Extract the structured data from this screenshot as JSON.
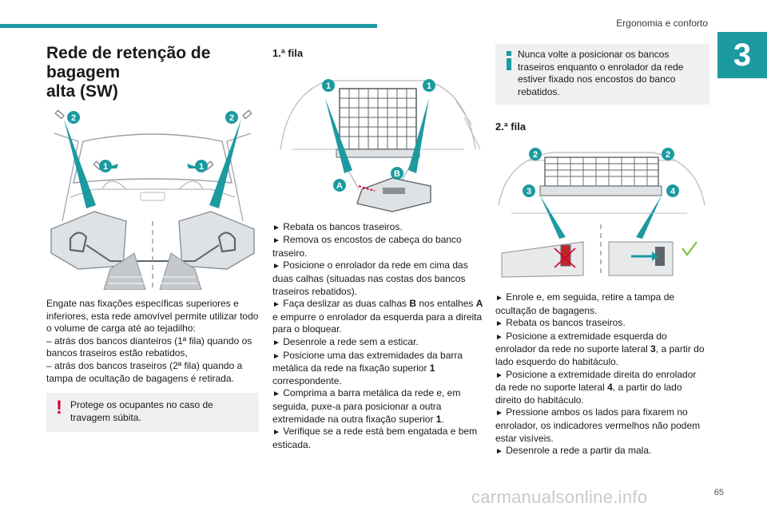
{
  "header": {
    "section_title": "Ergonomia e conforto",
    "chapter_number": "3"
  },
  "footer": {
    "page_number": "65",
    "watermark": "carmanualsonline.info"
  },
  "col1": {
    "title_line1": "Rede de retenção de bagagem",
    "title_line2": "alta (SW)",
    "figure_callouts": [
      "1",
      "1",
      "2",
      "2"
    ],
    "intro": "Engate nas fixações específicas superiores e inferiores, esta rede amovível permite utilizar todo o volume de carga até ao tejadilho:",
    "bullet1": "–  atrás dos bancos dianteiros (1ª fila) quando os bancos traseiros estão rebatidos,",
    "bullet2": "–  atrás dos bancos traseiros (2ª fila) quando a tampa de ocultação de bagagens é retirada.",
    "warning": "Protege os ocupantes no caso de travagem súbita.",
    "warning_icon": "exclamation-icon"
  },
  "col2": {
    "subtitle": "1.ª fila",
    "figure_callouts": [
      "1",
      "1",
      "A",
      "B"
    ],
    "arrow_glyph": "►",
    "steps": [
      {
        "text": "Rebata os bancos traseiros."
      },
      {
        "text": "Remova os encostos de cabeça do banco traseiro."
      },
      {
        "text": "Posicione o enrolador da rede em cima das duas calhas (situadas nas costas dos bancos traseiros rebatidos)."
      },
      {
        "pre": "Faça deslizar as duas calhas ",
        "b1": "B",
        "mid": " nos entalhes ",
        "b2": "A",
        "post": " e empurre o enrolador da esquerda para a direita para o bloquear."
      },
      {
        "text": "Desenrole a rede sem a esticar."
      },
      {
        "pre": "Posicione uma das extremidades da barra metálica da rede na fixação superior ",
        "b1": "1",
        "post": " correspondente."
      },
      {
        "pre": "Comprima a barra metálica da rede e, em seguida, puxe-a para posicionar a outra extremidade na outra fixação superior ",
        "b1": "1",
        "post": "."
      },
      {
        "text": "Verifique se a rede está bem engatada e bem esticada."
      }
    ]
  },
  "col3": {
    "info": "Nunca volte a posicionar os bancos traseiros enquanto o enrolador da rede estiver fixado nos encostos do banco rebatidos.",
    "info_icon": "info-icon",
    "subtitle": "2.ª fila",
    "figure_callouts": [
      "2",
      "2",
      "3",
      "4"
    ],
    "steps": [
      {
        "text": "Enrole e, em seguida, retire a tampa de ocultação de bagagens."
      },
      {
        "text": "Rebata os bancos traseiros."
      },
      {
        "pre": "Posicione a extremidade esquerda do enrolador da rede no suporte lateral ",
        "b1": "3",
        "post": ", a partir do lado esquerdo do habitáculo."
      },
      {
        "pre": "Posicione a extremidade direita do enrolador da rede no suporte lateral ",
        "b1": "4",
        "post": ", a partir do lado direito do habitáculo."
      },
      {
        "text": "Pressione ambos os lados para fixarem no enrolador, os indicadores vermelhos não podem estar visíveis."
      },
      {
        "text": "Desenrole a rede a partir da mala."
      }
    ]
  },
  "colors": {
    "accent": "#1b9aa0",
    "warning": "#d6002e",
    "note_bg": "#eef0f2",
    "check": "#7dc242"
  }
}
